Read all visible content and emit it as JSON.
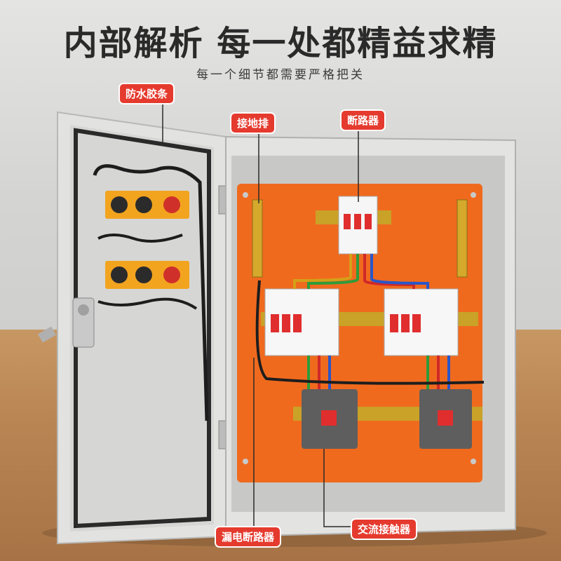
{
  "header": {
    "title": "内部解析 每一处都精益求精",
    "subtitle": "每一个细节都需要严格把关"
  },
  "callouts": {
    "waterproof_strip": "防水胶条",
    "grounding_bar": "接地排",
    "circuit_breaker": "断路器",
    "leakage_breaker": "漏电断路器",
    "ac_contactor": "交流接触器"
  },
  "colors": {
    "callout_bg": "#e53a2e",
    "backplate": "#f06a1e",
    "cabinet": "#dcdcdc"
  }
}
